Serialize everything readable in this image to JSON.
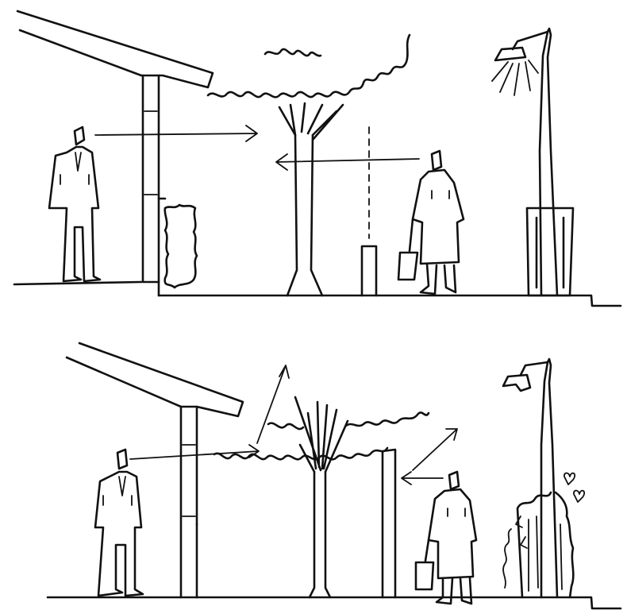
{
  "figure": {
    "panels": [
      {
        "name": "top-section",
        "elements": [
          "canopy-roof",
          "man-in-suit",
          "hedge",
          "tree",
          "low-bollard",
          "dashed-line",
          "woman-with-bag",
          "street-lamp",
          "lamp-light-rays",
          "planter"
        ],
        "sight_arrows": [
          "man-to-tree",
          "woman-to-tree"
        ]
      },
      {
        "name": "bottom-section",
        "elements": [
          "canopy-roof",
          "man-in-suit",
          "tree",
          "tall-post",
          "woman-with-bag",
          "street-lamp",
          "climbing-plant"
        ],
        "sight_arrows": [
          "man-to-tree",
          "canopy-upward",
          "woman-to-post",
          "post-upward"
        ]
      }
    ],
    "line_color": "#111111",
    "background": "#ffffff"
  }
}
